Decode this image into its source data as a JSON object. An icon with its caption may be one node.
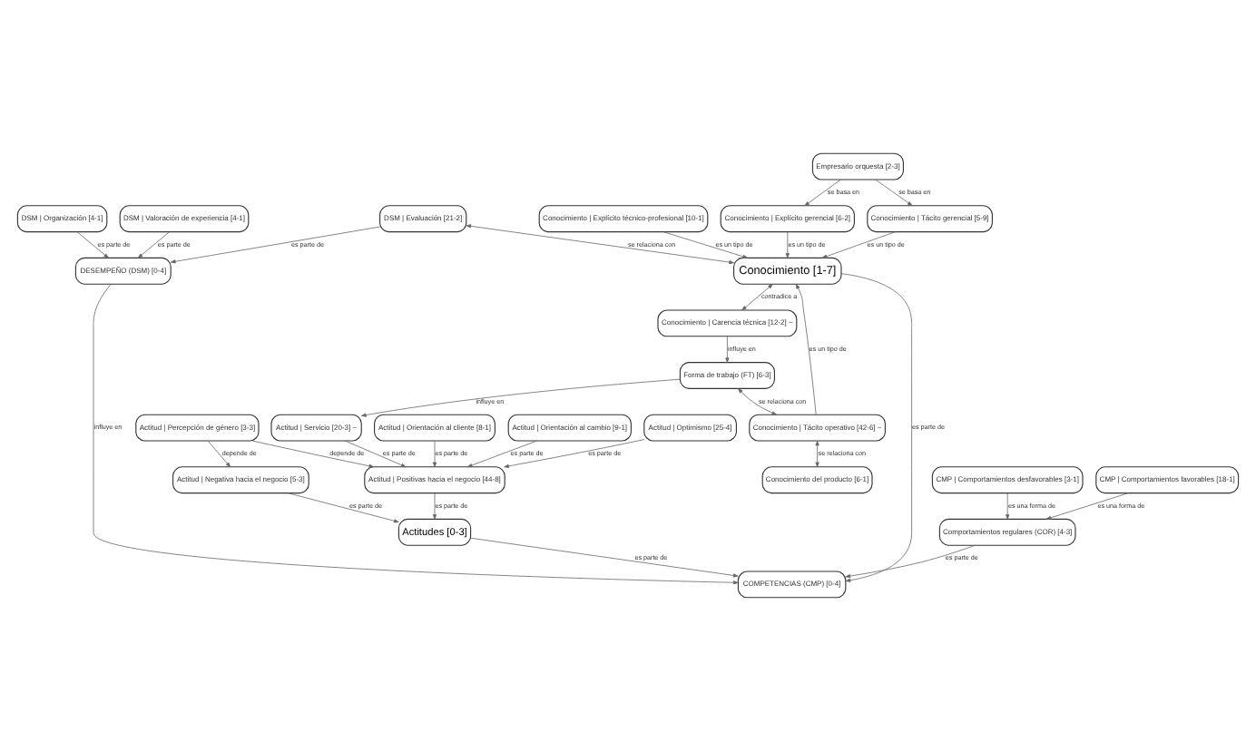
{
  "diagram": {
    "nodes": [
      {
        "text": [
          "DSM | Organización [4-1]"
        ]
      },
      {
        "text": [
          "DSM | Valoración de experiencia [4-1]"
        ]
      },
      {
        "text": [
          "DSM | Evaluación [21-2]"
        ]
      },
      {
        "text": [
          "Conocimiento | Explícito gerencial [6-2]"
        ]
      },
      {
        "text": [
          "Empresario orquesta [2-3]"
        ]
      },
      {
        "text": [
          "Conocimiento | Tácito gerencial [5-9]"
        ]
      },
      {
        "text": [
          "Conocimiento | Explícito técnico-profesional [10-1]"
        ]
      },
      {
        "text": [
          "DESEMPEÑO (DSM) [0-4]"
        ]
      },
      {
        "text": [
          "Conocimiento [1-7]"
        ]
      },
      {
        "text": [
          "Conocimiento | Tácito operativo [42-6] ~"
        ]
      },
      {
        "text": [
          "COMPETENCIAS (CMP) [0-4]"
        ]
      },
      {
        "text": [
          "Conocimiento del producto [6-1]"
        ]
      },
      {
        "text": [
          "Conocimiento | Carencia técnica [12-2] ~"
        ]
      },
      {
        "text": [
          "Forma de trabajo (FT) [6-3]"
        ]
      },
      {
        "text": [
          "Actitud | Servicio [20-3] ~"
        ]
      },
      {
        "text": [
          "Comportamientos regulares (COR) [4-3]"
        ]
      },
      {
        "text": [
          "Actitud | Orientación al cliente [8-1]"
        ]
      },
      {
        "text": [
          "Actitudes [0-3]"
        ]
      },
      {
        "text": [
          "Actitud | Positivas hacia el negocio [44-8]"
        ]
      },
      {
        "text": [
          "Actitud | Orientación al cambio [9-1]"
        ]
      },
      {
        "text": [
          "Actitud | Optimismo [25-4]"
        ]
      },
      {
        "text": [
          "CMP | Comportamientos desfavorables [3-1]"
        ]
      },
      {
        "text": [
          "CMP | Comportamientos favorables [18-1]"
        ]
      },
      {
        "text": [
          "Actitud | Negativa hacia el negocio [5-3]"
        ]
      },
      {
        "text": [
          "Actitud | Percepción de género [3-3]"
        ]
      }
    ],
    "edges": [
      {
        "from": 0,
        "to": 7,
        "arrow": "to",
        "label": "es parte de"
      },
      {
        "from": 1,
        "to": 7,
        "arrow": "to",
        "label": "es parte de"
      },
      {
        "from": 2,
        "to": 7,
        "arrow": "to",
        "label": "es parte de"
      },
      {
        "from": 2,
        "to": 8,
        "arrow": "both",
        "label": "se relaciona con"
      },
      {
        "from": 4,
        "to": 3,
        "arrow": "to",
        "label": "se basa en"
      },
      {
        "from": 4,
        "to": 5,
        "arrow": "to",
        "label": "se basa en"
      },
      {
        "from": 3,
        "to": 8,
        "arrow": "to",
        "label": "es un tipo de"
      },
      {
        "from": 5,
        "to": 8,
        "arrow": "to",
        "label": "es un tipo de"
      },
      {
        "from": 6,
        "to": 8,
        "arrow": "to",
        "label": "es un tipo de"
      },
      {
        "from": 9,
        "to": 8,
        "arrow": "to",
        "label": "es un tipo de"
      },
      {
        "from": 7,
        "to": 10,
        "arrow": "to",
        "label": "influye en"
      },
      {
        "from": 8,
        "to": 10,
        "arrow": "to",
        "label": "es parte de"
      },
      {
        "from": 9,
        "to": 11,
        "arrow": "both",
        "label": "se relaciona con"
      },
      {
        "from": 8,
        "to": 12,
        "arrow": "both",
        "label": "contradice a"
      },
      {
        "from": 13,
        "to": 9,
        "arrow": "both",
        "label": "se relaciona con"
      },
      {
        "from": 12,
        "to": 13,
        "arrow": "to",
        "label": "influye en"
      },
      {
        "from": 13,
        "to": 14,
        "arrow": "to",
        "label": "influye en"
      },
      {
        "from": 15,
        "to": 10,
        "arrow": "to",
        "label": "es parte de"
      },
      {
        "from": 17,
        "to": 10,
        "arrow": "to",
        "label": "es parte de"
      },
      {
        "from": 14,
        "to": 18,
        "arrow": "to",
        "label": "es parte de"
      },
      {
        "from": 16,
        "to": 18,
        "arrow": "to",
        "label": "es parte de"
      },
      {
        "from": 19,
        "to": 18,
        "arrow": "to",
        "label": "es parte de"
      },
      {
        "from": 20,
        "to": 18,
        "arrow": "to",
        "label": "es parte de"
      },
      {
        "from": 18,
        "to": 17,
        "arrow": "to",
        "label": "es parte de"
      },
      {
        "from": 21,
        "to": 15,
        "arrow": "to",
        "label": "es una forma de"
      },
      {
        "from": 22,
        "to": 15,
        "arrow": "to",
        "label": "es una forma de"
      },
      {
        "from": 23,
        "to": 17,
        "arrow": "to",
        "label": "es parte de"
      },
      {
        "from": 24,
        "to": 18,
        "arrow": "to",
        "label": "depende de"
      },
      {
        "from": 24,
        "to": 23,
        "arrow": "to",
        "label": "depende de"
      }
    ]
  }
}
